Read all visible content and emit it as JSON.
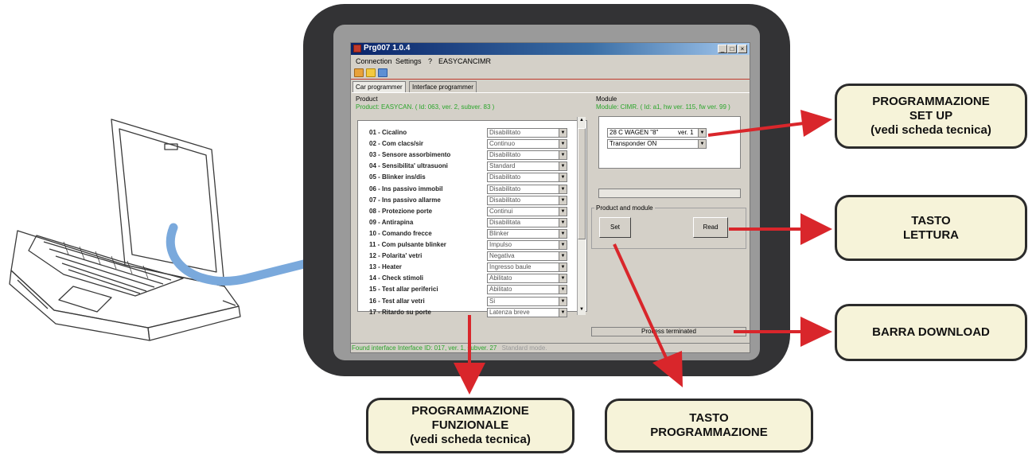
{
  "window": {
    "title": "Prg007  1.0.4",
    "controls": [
      "_",
      "□",
      "×"
    ]
  },
  "menu": [
    "Connection",
    "Settings",
    "?",
    "EASYCAN",
    "CIMR"
  ],
  "toolbar_icons": [
    "open-folder-icon",
    "folder-icon",
    "save-icon"
  ],
  "tabs": [
    "Car programmer",
    "Interface programmer"
  ],
  "product": {
    "group_label": "Product",
    "info": "Product: EASYCAN. ( Id: 063, ver. 2, subver. 83 )",
    "rows": [
      {
        "label": "01 - Cicalino",
        "value": "Disabilitato"
      },
      {
        "label": "02 - Com clacs/sir",
        "value": "Continuo"
      },
      {
        "label": "03 - Sensore assorbimento",
        "value": "Disabilitato"
      },
      {
        "label": "04 - Sensibilita' ultrasuoni",
        "value": "Standard"
      },
      {
        "label": "05 - Blinker ins/dis",
        "value": "Disabilitato"
      },
      {
        "label": "06 - Ins passivo immobil",
        "value": "Disabilitato"
      },
      {
        "label": "07 - Ins passivo allarme",
        "value": "Disabilitato"
      },
      {
        "label": "08 - Protezione porte",
        "value": "Continui"
      },
      {
        "label": "09 - Antirapina",
        "value": "Disabilitata"
      },
      {
        "label": "10 - Comando frecce",
        "value": "Blinker"
      },
      {
        "label": "11 - Com pulsante blinker",
        "value": "Impulso"
      },
      {
        "label": "12 - Polarita' vetri",
        "value": "Negativa"
      },
      {
        "label": "13 - Heater",
        "value": "Ingresso baule"
      },
      {
        "label": "14 - Check stimoli",
        "value": "Abilitato"
      },
      {
        "label": "15 - Test allar periferici",
        "value": "Abilitato"
      },
      {
        "label": "16 - Test allar vetri",
        "value": "Si"
      },
      {
        "label": "17 - Ritardo su porte",
        "value": "Latenza breve"
      }
    ]
  },
  "module": {
    "group_label": "Module",
    "info": "Module: CIMR. ( Id: a1, hw ver. 115, fw ver. 99 )",
    "car_select": "28  C  WAGEN \"8\"",
    "ver_label": "ver. 1",
    "transponder_select": "Transponder ON"
  },
  "product_and_module": {
    "group_label": "Product and module",
    "set_button": "Set",
    "read_button": "Read"
  },
  "process_status": "Process terminated",
  "status_bar": {
    "found": "Found interface  Interface ID: 017, ver. 1, subver. 27",
    "mode": "Standard mode."
  },
  "callouts": {
    "setup": [
      "PROGRAMMAZIONE",
      "SET UP",
      "(vedi scheda tecnica)"
    ],
    "read": [
      "TASTO",
      "LETTURA"
    ],
    "download": [
      "BARRA DOWNLOAD"
    ],
    "functional": [
      "PROGRAMMAZIONE",
      "FUNZIONALE",
      "(vedi scheda tecnica)"
    ],
    "program": [
      "TASTO",
      "PROGRAMMAZIONE"
    ]
  },
  "colors": {
    "frame": "#333335",
    "callout_fill": "#f6f3d9",
    "arrow_red": "#d9262b",
    "arrow_blue": "#7aa9dc",
    "info_green": "#2aa52a"
  }
}
